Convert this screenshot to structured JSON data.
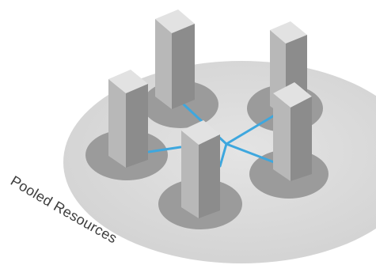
{
  "diagram": {
    "label": "Pooled Resources",
    "colors": {
      "platter": "#dcdcdc",
      "platter_edge": "#cfcfcf",
      "shadow": "#9b9b9b",
      "tower_front": "#b8b8b8",
      "tower_side": "#8c8c8c",
      "tower_top": "#e2e2e2",
      "link": "#3ea7de"
    },
    "nodes": [
      "server-1",
      "server-2",
      "server-3",
      "server-4",
      "server-5"
    ],
    "links": [
      [
        "server-2",
        "hub"
      ],
      [
        "server-3",
        "hub"
      ],
      [
        "server-4",
        "hub"
      ],
      [
        "server-5",
        "hub"
      ],
      [
        "server-1",
        "hub"
      ]
    ]
  }
}
